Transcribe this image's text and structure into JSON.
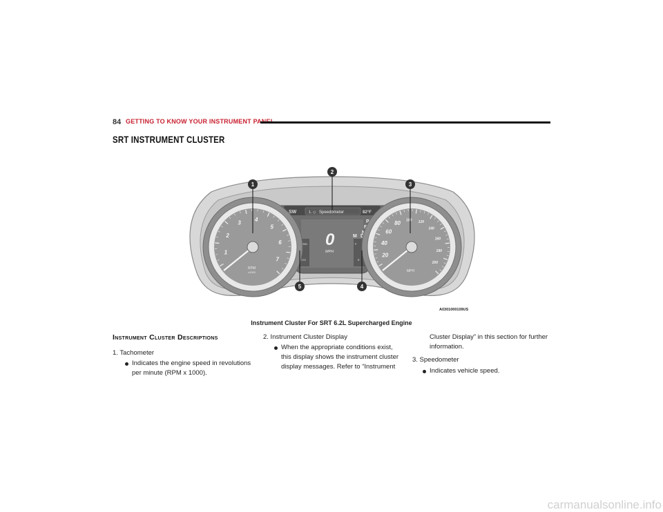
{
  "header": {
    "page_number": "84",
    "section": "GETTING TO KNOW YOUR INSTRUMENT PANEL"
  },
  "page_heading": "SRT INSTRUMENT CLUSTER",
  "figure": {
    "callouts": [
      "1",
      "2",
      "3",
      "4",
      "5"
    ],
    "image_code": "A0301000109US",
    "tach_numbers": [
      "1",
      "2",
      "3",
      "4",
      "5",
      "6",
      "7"
    ],
    "tach_label": "RPM",
    "tach_sublabel": "x1000",
    "speedo_numbers": [
      "20",
      "40",
      "60",
      "80",
      "100",
      "120",
      "140",
      "160",
      "180",
      "200"
    ],
    "speedo_label": "MPH",
    "display_sw": "SW",
    "display_nav": "1. ◇",
    "display_title": "Speedometer",
    "display_temp": "82°F",
    "display_speed": "0",
    "display_unit": "MPH",
    "gears": [
      "P",
      "R",
      "N",
      "D"
    ],
    "gear_m": "M",
    "left_gauge_top": "250",
    "left_gauge_bottom": "170",
    "right_gauge_top": "F",
    "right_gauge_bottom": "E"
  },
  "caption": "Instrument Cluster For SRT 6.2L Supercharged Engine",
  "subheading": "Instrument Cluster Descriptions",
  "items": [
    {
      "label": "1.  Tachometer",
      "bullet_lines": [
        "Indicates the engine speed in revolutions",
        "per minute (RPM x 1000)."
      ]
    },
    {
      "label": "2.  Instrument Cluster Display",
      "bullet_lines": [
        "When the appropriate conditions exist,",
        "this display shows the instrument cluster",
        "display messages. Refer to “Instrument"
      ],
      "continued_lines": [
        "Cluster Display” in this section for further",
        "information."
      ]
    },
    {
      "label": "3.  Speedometer",
      "bullet_lines": [
        "Indicates vehicle speed."
      ]
    }
  ],
  "footer": "carmanualsonline.info"
}
